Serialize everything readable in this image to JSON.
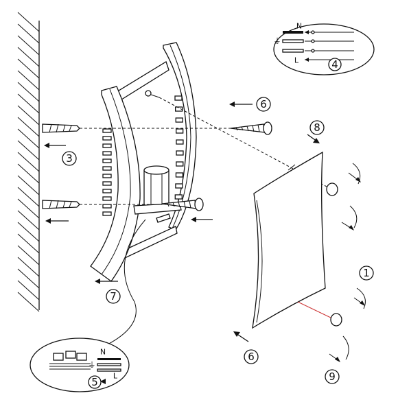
{
  "callouts": {
    "c1": "1",
    "c3": "3",
    "c4": "4",
    "c5": "5",
    "c6_top": "6",
    "c6_bottom": "6",
    "c7": "7",
    "c8": "8",
    "c9": "9"
  },
  "wiring": {
    "neutral": "N",
    "live": "L",
    "earth_symbol": "⏚"
  },
  "colors": {
    "line": "#111111",
    "accent": "#cc3333"
  }
}
